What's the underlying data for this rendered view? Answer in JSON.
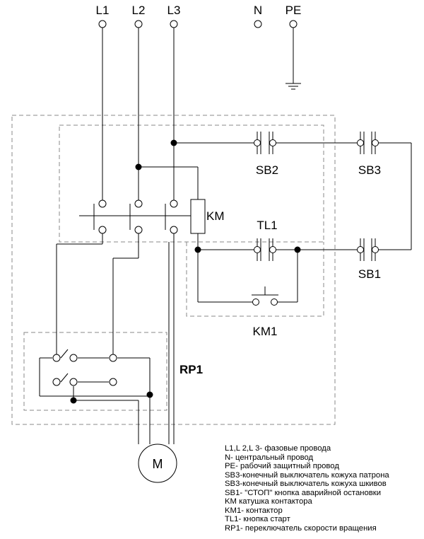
{
  "terminals": {
    "l1": "L1",
    "l2": "L2",
    "l3": "L3",
    "n": "N",
    "pe": "PE"
  },
  "components": {
    "sb2": "SB2",
    "sb3": "SB3",
    "sb1": "SB1",
    "km": "KM",
    "tl1": "TL1",
    "km1": "KM1",
    "rp1": "RP1",
    "motor": "M"
  },
  "legend": [
    "L1,L 2,L 3- фазовые провода",
    "N- центральный провод",
    "PE- рабочий защитный провод",
    "SB3-конечный выключатель кожуха патрона",
    "SB3-конечный выключатель кожуха шкивов",
    "SB1- \"СТОП\" кнопка аварийной остановки",
    "KM катушка контактора",
    "KM1- контактор",
    "TL1- кнопка старт",
    "RP1- переключатель скорости вращения"
  ]
}
